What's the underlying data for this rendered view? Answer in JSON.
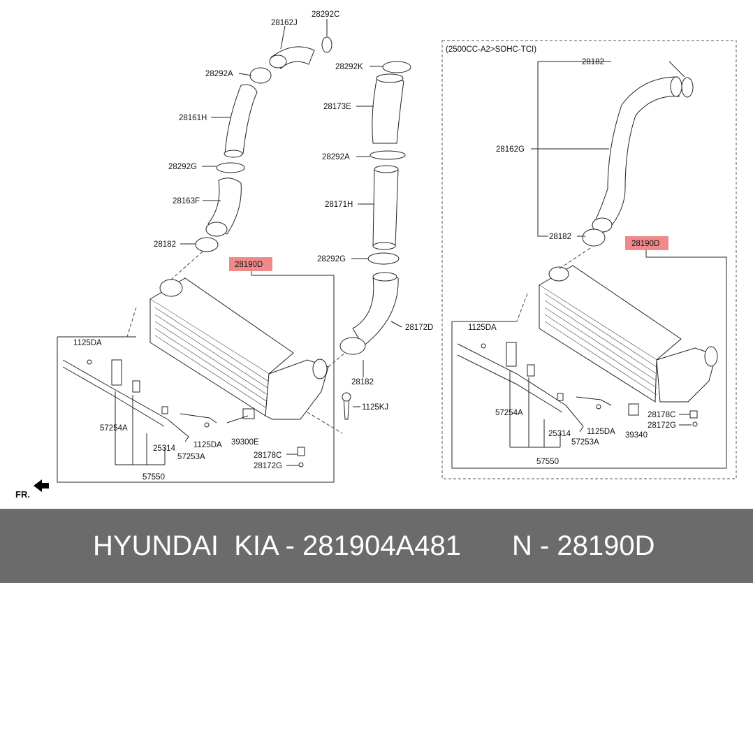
{
  "diagram": {
    "variant_label": "(2500CC-A2>SOHC-TCI)",
    "fr_label": "FR.",
    "left": {
      "part_highlight": "28190D",
      "callouts": [
        "28162J",
        "28292C",
        "28292A",
        "28161H",
        "28292G",
        "28163F",
        "28182",
        "1125DA",
        "57254A",
        "25314",
        "1125DA",
        "57253A",
        "57550",
        "39300E",
        "28178C",
        "28172G",
        "28182",
        "1125KJ",
        "28292K",
        "28173E",
        "28292A",
        "28171H",
        "28292G",
        "28172D"
      ]
    },
    "right": {
      "part_highlight": "28190D",
      "callouts": [
        "28182",
        "28162G",
        "28182",
        "1125DA",
        "57254A",
        "25314",
        "1125DA",
        "57253A",
        "57550",
        "28178C",
        "28172G",
        "39340"
      ]
    }
  },
  "footer": {
    "brand": "HYUNDAI  KIA - 281904A481",
    "number": "N - 28190D"
  },
  "colors": {
    "highlight": "#f08a8a",
    "footer_bg": "#6b6b6b"
  }
}
